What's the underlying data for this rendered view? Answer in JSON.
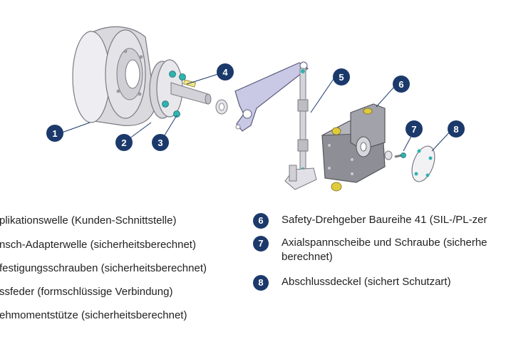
{
  "callouts": [
    "1",
    "2",
    "3",
    "4",
    "5",
    "6",
    "7",
    "8"
  ],
  "legend_left": [
    "plikationswelle (Kunden-Schnittstelle)",
    "nsch-Adapterwelle (sicherheitsberechnet)",
    "festigungsschrauben (sicherheitsberechnet)",
    "ssfeder (formschlüssige Verbindung)",
    "ehmomentstütze (sicherheitsberechnet)"
  ],
  "legend_right": [
    {
      "num": "6",
      "text": "Safety-Drehgeber Baureihe 41 (SIL-/PL-zer"
    },
    {
      "num": "7",
      "text": "Axialspannscheibe und Schraube (sicherhe",
      "text2": "berechnet)"
    },
    {
      "num": "8",
      "text": "Abschlussdeckel (sichert Schutzart)"
    }
  ],
  "colors": {
    "badge": "#1b3a6b",
    "part_light": "#e6e6ea",
    "part_mid": "#c9c9cf",
    "part_dark": "#8e8e96",
    "arm": "#c9c9e6",
    "cap_teal": "#2fb3b0",
    "yellow": "#e0cb3c"
  }
}
